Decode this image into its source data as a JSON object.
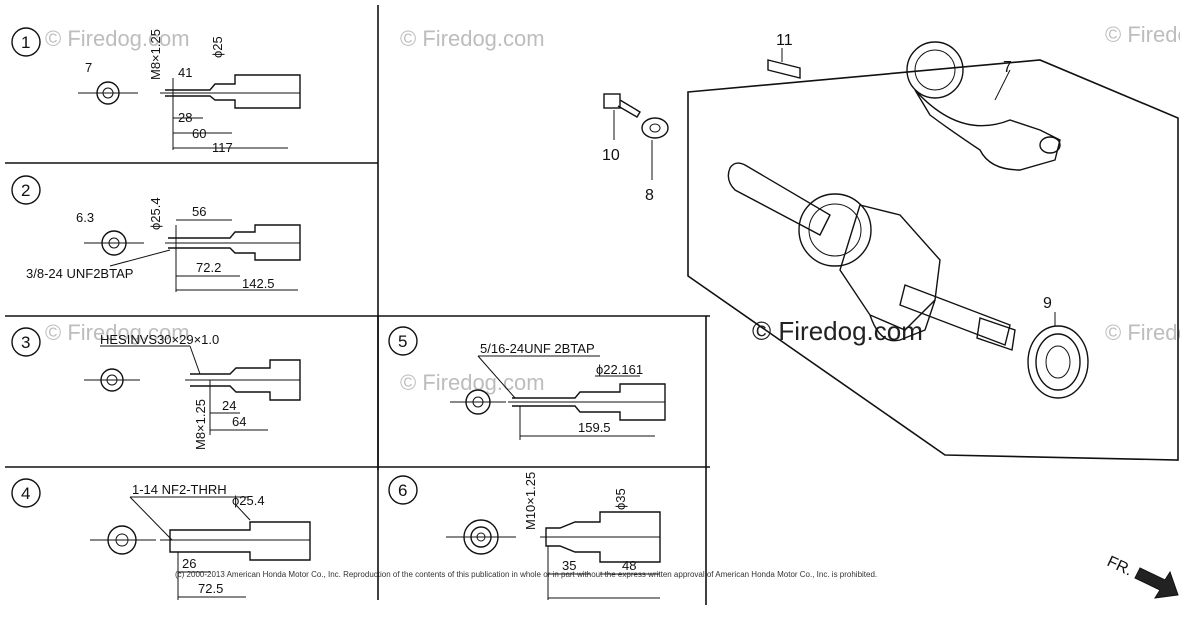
{
  "watermark": "© Firedog.com",
  "copyright": "(c) 2000-2013 American Honda Motor Co., Inc. Reproduction of the contents of this publication in whole or in part without the express written approval of American Honda Motor Co., Inc. is prohibited.",
  "variants": [
    {
      "id": "1",
      "dims": [
        "7",
        "M8×1.25",
        "41",
        "ϕ25",
        "28",
        "60",
        "117"
      ]
    },
    {
      "id": "2",
      "dims": [
        "6.3",
        "ϕ25.4",
        "56",
        "72.2",
        "142.5"
      ],
      "thread": "3/8-24 UNF2BTAP"
    },
    {
      "id": "3",
      "dims": [
        "24",
        "64",
        "M8×1.25"
      ],
      "thread": "HESINVS30×29×1.0"
    },
    {
      "id": "4",
      "dims": [
        "ϕ25.4",
        "26",
        "72.5"
      ],
      "thread": "1-14 NF2-THRH"
    },
    {
      "id": "5",
      "dims": [
        "ϕ22.161",
        "159.5"
      ],
      "thread": "5/16-24UNF 2BTAP"
    },
    {
      "id": "6",
      "dims": [
        "M10×1.25",
        "ϕ35",
        "35",
        "48"
      ]
    }
  ],
  "parts": [
    "7",
    "8",
    "9",
    "10",
    "11"
  ],
  "direction": "FR."
}
